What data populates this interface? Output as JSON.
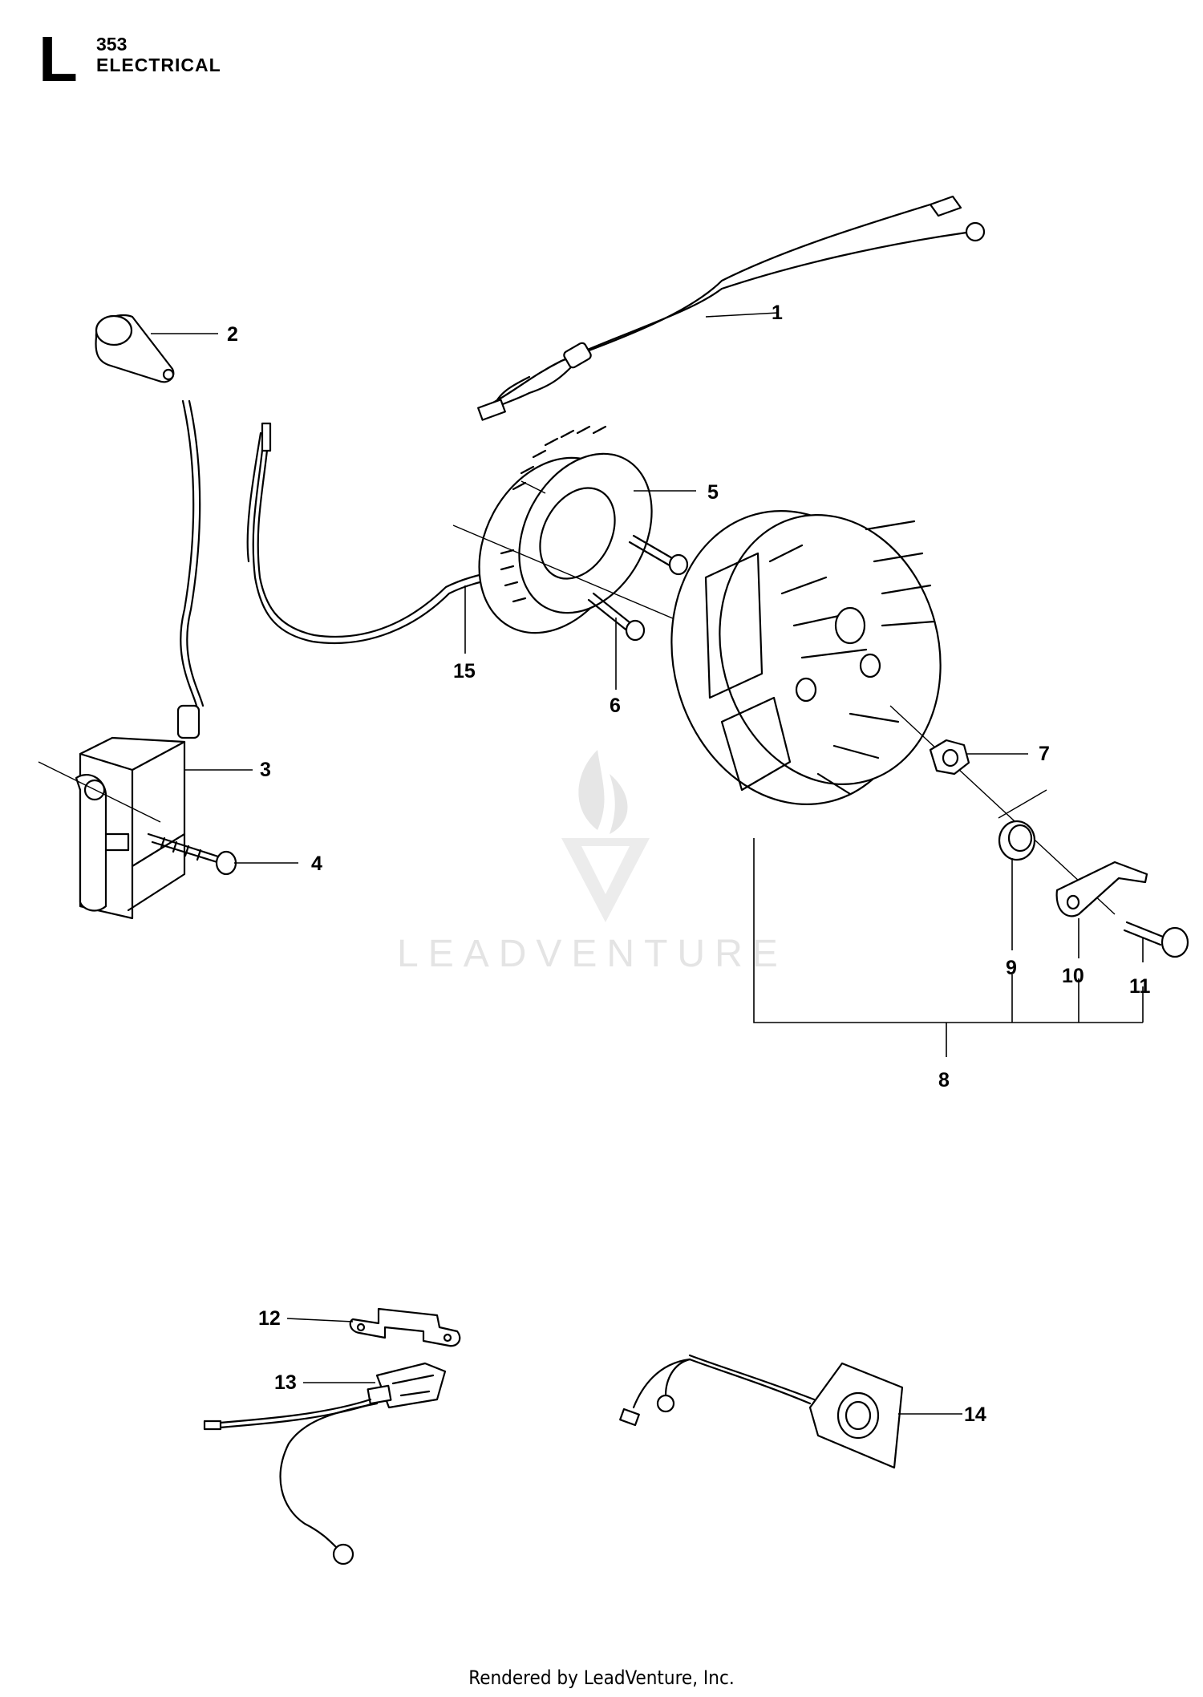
{
  "header": {
    "section_letter": "L",
    "model": "353",
    "title": "ELECTRICAL"
  },
  "callouts": [
    "1",
    "2",
    "3",
    "4",
    "5",
    "6",
    "7",
    "8",
    "9",
    "10",
    "11",
    "12",
    "13",
    "14",
    "15"
  ],
  "watermark": "LEADVENTURE",
  "footer": "Rendered by LeadVenture, Inc."
}
